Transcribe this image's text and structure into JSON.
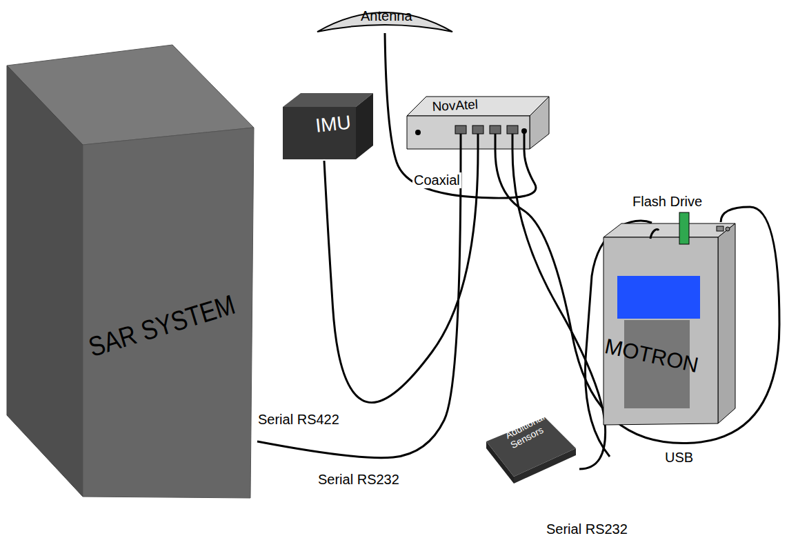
{
  "diagram": {
    "nodes": [
      {
        "text": [
          "Antenna"
        ]
      },
      {
        "text": [
          "SAR SYSTEM"
        ]
      },
      {
        "text": [
          "IMU"
        ]
      },
      {
        "text": [
          "NovAtel"
        ]
      },
      {
        "text": [
          "MOTRON"
        ]
      },
      {
        "text": [
          "Additional Sensors"
        ]
      }
    ],
    "edges": [
      {
        "from": 0,
        "to": 3,
        "label": "Coaxial",
        "arrow": "none"
      },
      {
        "from": 2,
        "to": 3,
        "label": "Serial RS422",
        "arrow": "none"
      },
      {
        "from": 1,
        "to": 3,
        "label": "Serial RS232",
        "arrow": "none"
      },
      {
        "from": 5,
        "to": 3,
        "label": "Serial RS232",
        "arrow": "none"
      },
      {
        "from": 3,
        "to": 4,
        "label": "USB",
        "arrow": "none"
      }
    ],
    "labels": [
      "Flash Drive"
    ]
  }
}
